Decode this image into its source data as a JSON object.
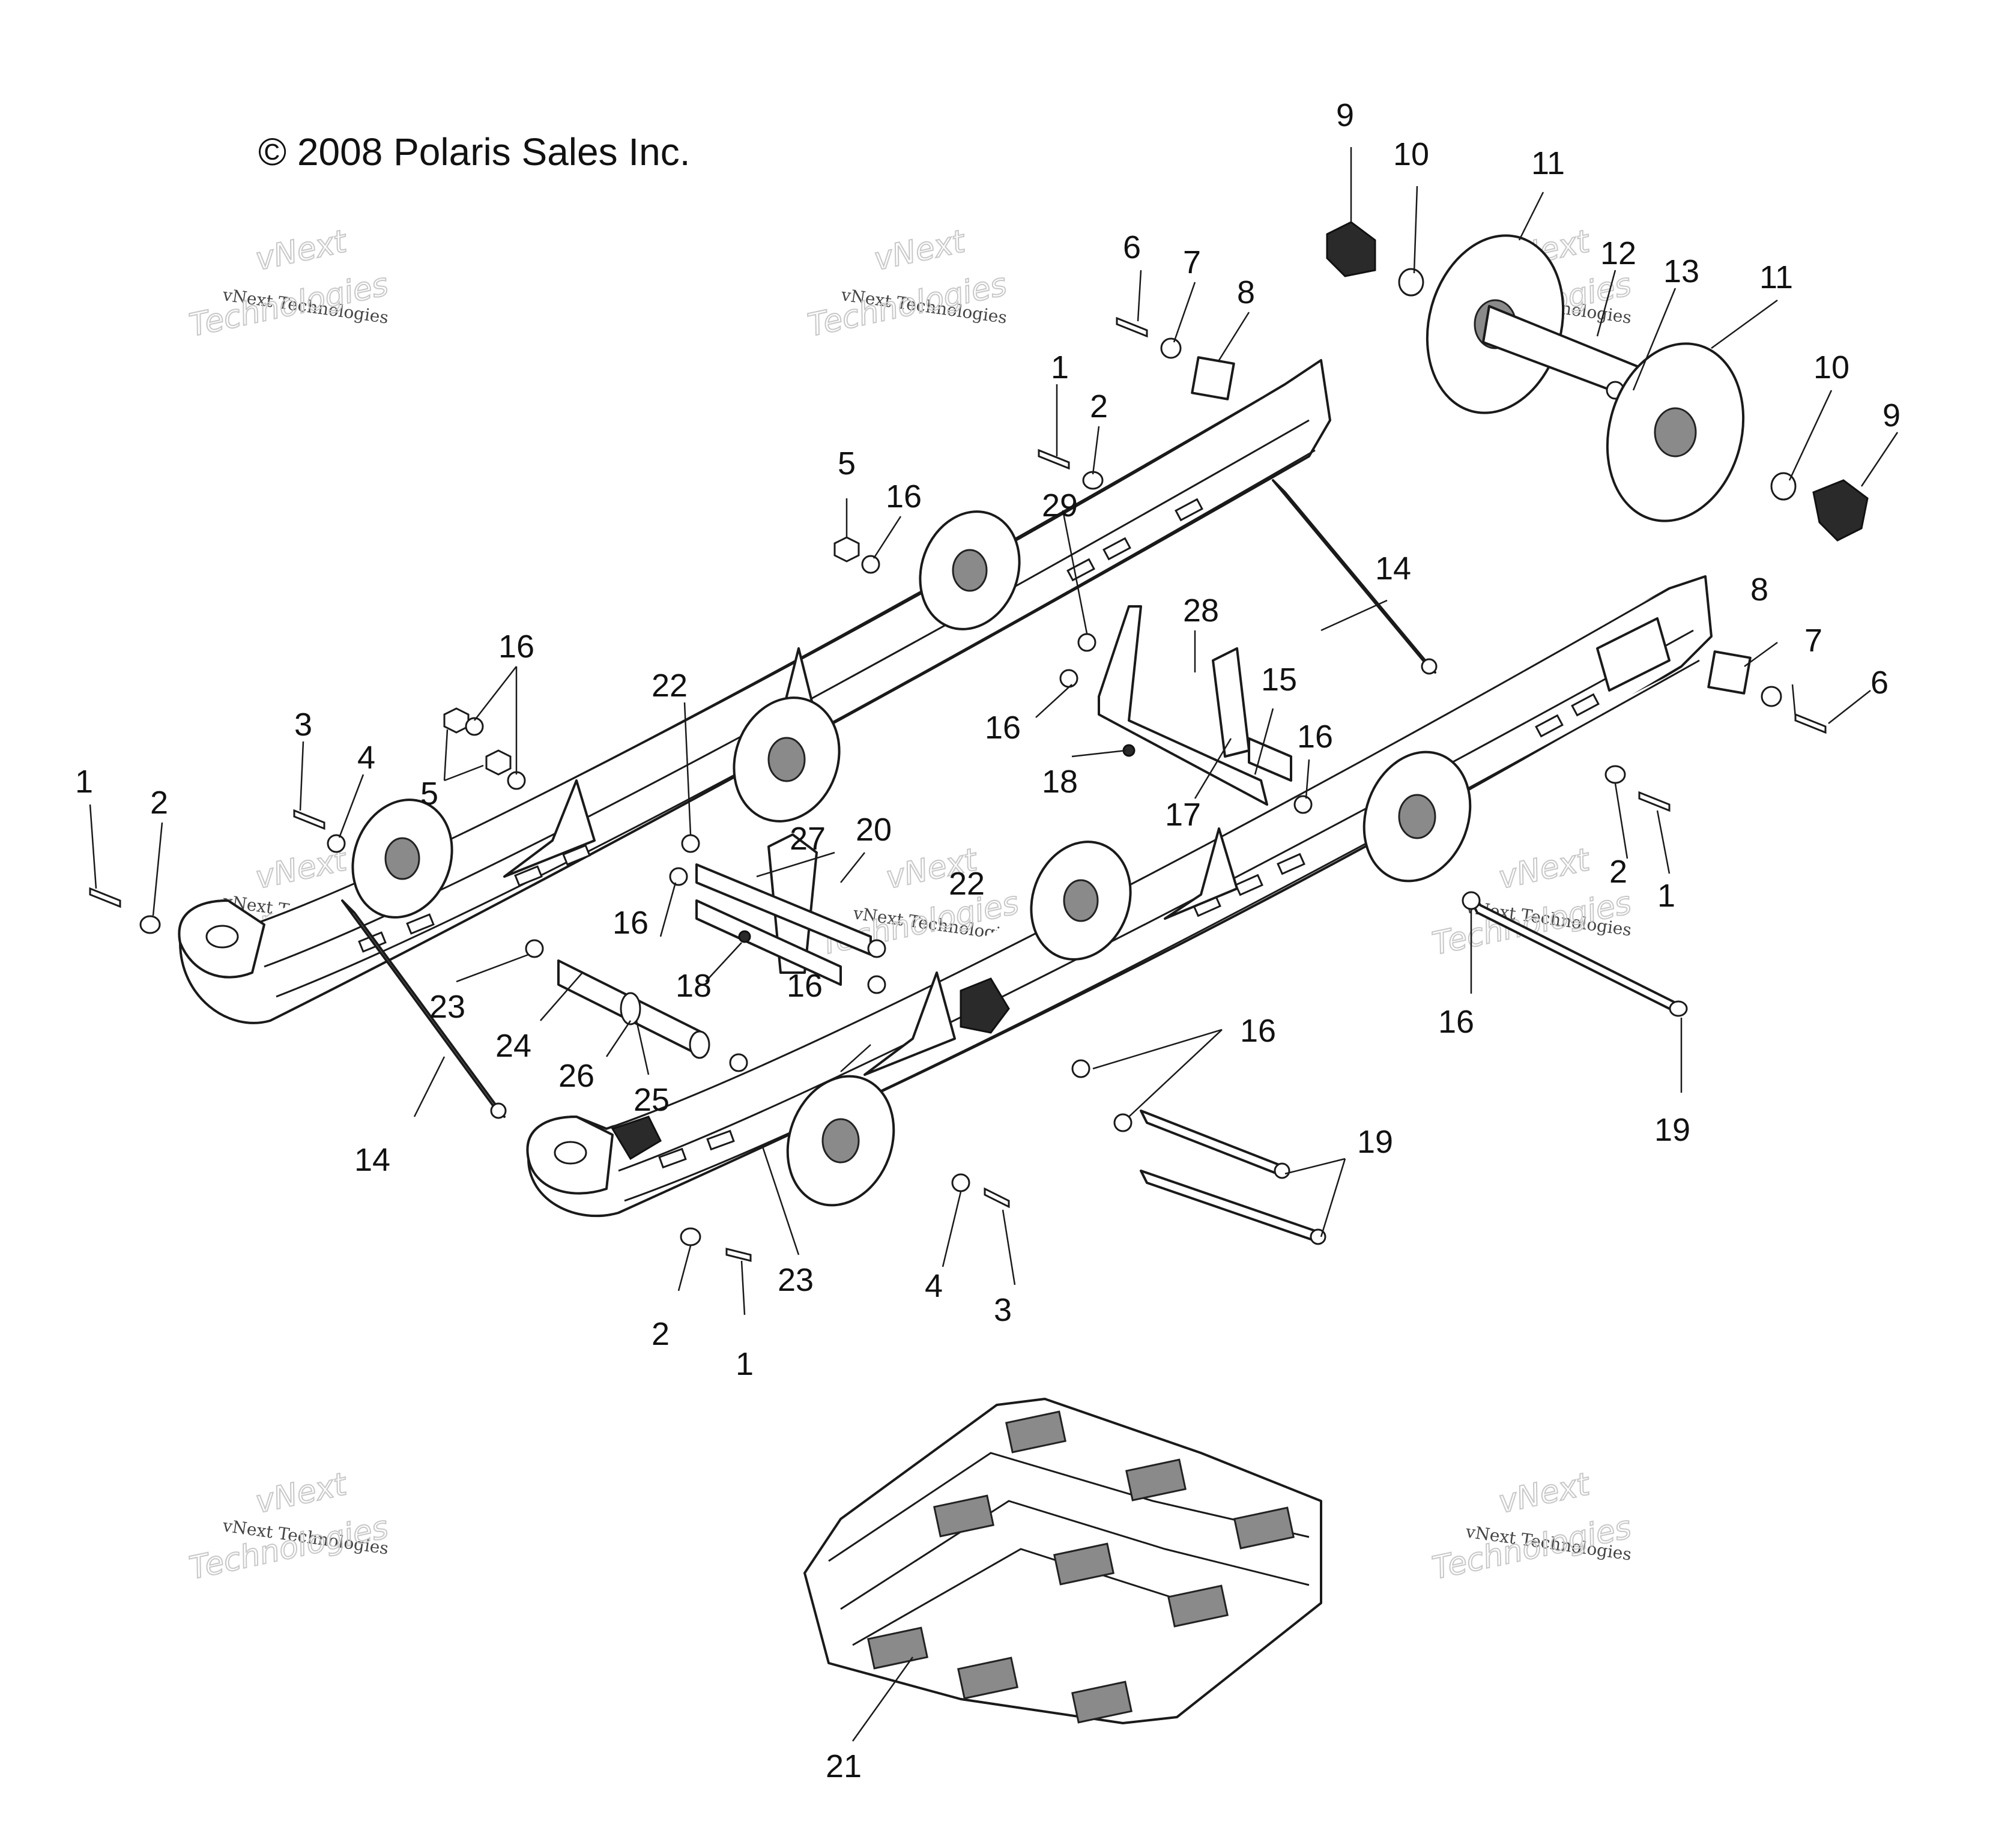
{
  "copyright": "© 2008 Polaris Sales Inc.",
  "watermark": {
    "brand": "vNext",
    "line1": "vNext Technologies",
    "line2": "Technologies"
  },
  "callouts": {
    "c1a": "1",
    "c1b": "1",
    "c1c": "1",
    "c1d": "1",
    "c2a": "2",
    "c2b": "2",
    "c2c": "2",
    "c2d": "2",
    "c3a": "3",
    "c3b": "3",
    "c4a": "4",
    "c4b": "4",
    "c5a": "5",
    "c5b": "5",
    "c6a": "6",
    "c6b": "6",
    "c7a": "7",
    "c7b": "7",
    "c8a": "8",
    "c8b": "8",
    "c9a": "9",
    "c9b": "9",
    "c10a": "10",
    "c10b": "10",
    "c11a": "11",
    "c11b": "11",
    "c12": "12",
    "c13": "13",
    "c14a": "14",
    "c14b": "14",
    "c15": "15",
    "c16a": "16",
    "c16b": "16",
    "c16c": "16",
    "c16d": "16",
    "c16e": "16",
    "c16f": "16",
    "c16g": "16",
    "c16h": "16",
    "c17": "17",
    "c18a": "18",
    "c18b": "18",
    "c19a": "19",
    "c19b": "19",
    "c20": "20",
    "c21": "21",
    "c22a": "22",
    "c22b": "22",
    "c23a": "23",
    "c23b": "23",
    "c24": "24",
    "c25": "25",
    "c26": "26",
    "c27": "27",
    "c28": "28",
    "c29": "29"
  }
}
